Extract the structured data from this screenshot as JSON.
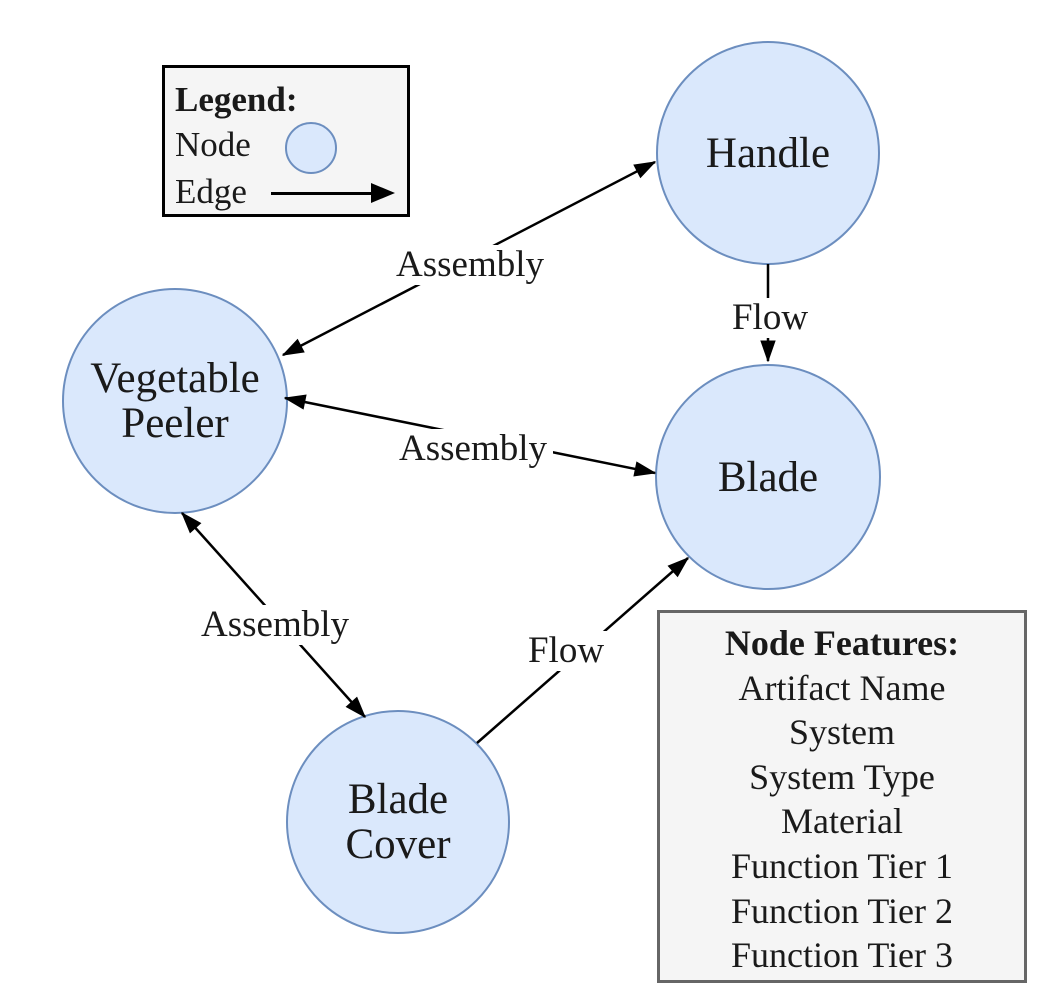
{
  "diagram": {
    "background_color": "#ffffff",
    "node_fill_color": "#dae8fc",
    "node_stroke_color": "#6c8ebf",
    "edge_color": "#000000",
    "nodes": [
      {
        "id": "vegetable-peeler",
        "lines": [
          "Vegetable",
          "Peeler"
        ]
      },
      {
        "id": "handle",
        "lines": [
          "Handle"
        ]
      },
      {
        "id": "blade",
        "lines": [
          "Blade"
        ]
      },
      {
        "id": "blade-cover",
        "lines": [
          "Blade",
          "Cover"
        ]
      }
    ],
    "edges": [
      {
        "from": "vegetable-peeler",
        "to": "handle",
        "label": "Assembly",
        "bidirectional": true
      },
      {
        "from": "vegetable-peeler",
        "to": "blade",
        "label": "Assembly",
        "bidirectional": true
      },
      {
        "from": "vegetable-peeler",
        "to": "blade-cover",
        "label": "Assembly",
        "bidirectional": true
      },
      {
        "from": "handle",
        "to": "blade",
        "label": "Flow",
        "bidirectional": false
      },
      {
        "from": "blade-cover",
        "to": "blade",
        "label": "Flow",
        "bidirectional": false
      }
    ]
  },
  "legend": {
    "title": "Legend:",
    "node_label": "Node",
    "edge_label": "Edge"
  },
  "node_features": {
    "title": "Node Features:",
    "items": [
      "Artifact Name",
      "System",
      "System Type",
      "Material",
      "Function Tier 1",
      "Function Tier 2",
      "Function Tier 3"
    ]
  }
}
